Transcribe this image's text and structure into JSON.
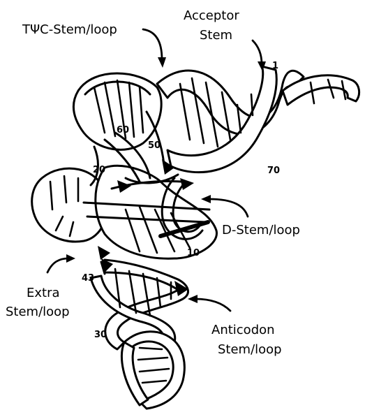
{
  "labels": {
    "tpsic": "TΨC-Stem/loop",
    "acceptor_line1": "Acceptor",
    "acceptor_line2": "Stem",
    "d_stem": "D-Stem/loop",
    "extra_line1": "Extra",
    "extra_line2": "Stem/loop",
    "anticodon_line1": "Anticodon",
    "anticodon_line2": "Stem/loop"
  },
  "positions": {
    "p1": "1",
    "p10": "10",
    "p20": "20",
    "p30": "30",
    "p43": "43",
    "p50": "50",
    "p60": "60",
    "p70": "70"
  },
  "colors": {
    "ink": "#000000",
    "fill": "#ffffff"
  }
}
